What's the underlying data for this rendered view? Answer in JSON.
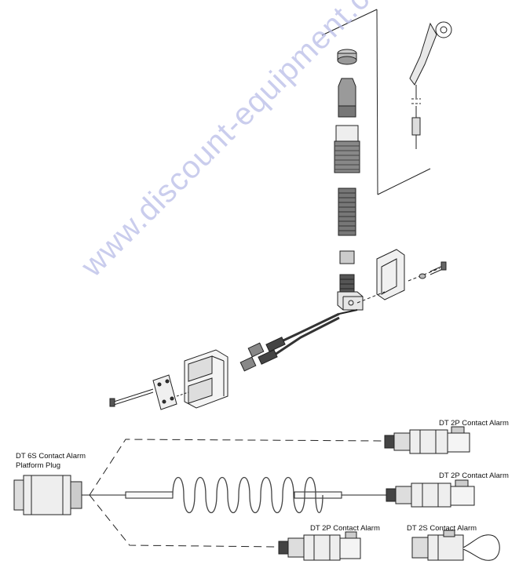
{
  "watermark": "www.discount-equipment.com",
  "labels": {
    "platform_plug_line1": "DT 6S Contact Alarm",
    "platform_plug_line2": "Platform Plug",
    "dt2p_top": "DT 2P Contact Alarm",
    "dt2p_middle": "DT 2P Contact Alarm",
    "dt2p_bottom": "DT 2P Contact Alarm",
    "dt2s_bottom": "DT 2S Contact Alarm"
  }
}
